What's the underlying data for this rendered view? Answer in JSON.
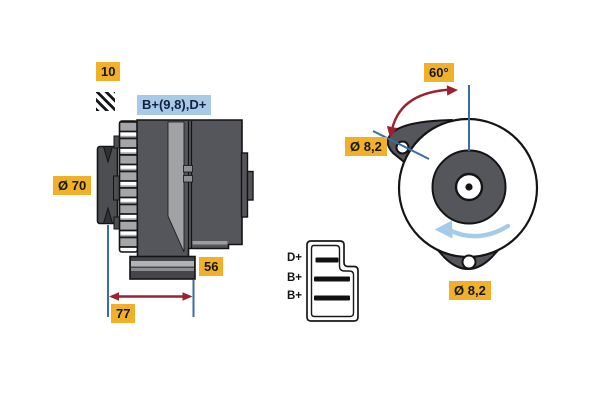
{
  "diagram_title": "alternator-technical-drawing",
  "side_view": {
    "labels": {
      "belt_width": "10",
      "terminal_marking": "B+(9,8),D+",
      "pulley_diameter": "Ø 70",
      "dim_foot_width": "56",
      "dim_overall_length": "77"
    }
  },
  "rear_view": {
    "labels": {
      "mount_angle": "60°",
      "hole_top_diameter": "Ø 8,2",
      "hole_bottom_diameter": "Ø 8,2"
    }
  },
  "connector": {
    "pins": [
      {
        "label": "D+"
      },
      {
        "label": "B+"
      },
      {
        "label": "B+"
      }
    ]
  },
  "icons": {
    "hatch": "diagonal-hatch-square",
    "rotation": "counterclockwise-rotation-arrow"
  },
  "colors": {
    "label_yellow": "#F0B02A",
    "label_blue": "#A9C9E8",
    "body_gray": "#55565B",
    "fan_gray": "#A4A6A9",
    "dimension_red": "#9E2130",
    "dimension_blue": "#3A6CA5",
    "rotation_arrow_blue": "#A6CBE9"
  }
}
